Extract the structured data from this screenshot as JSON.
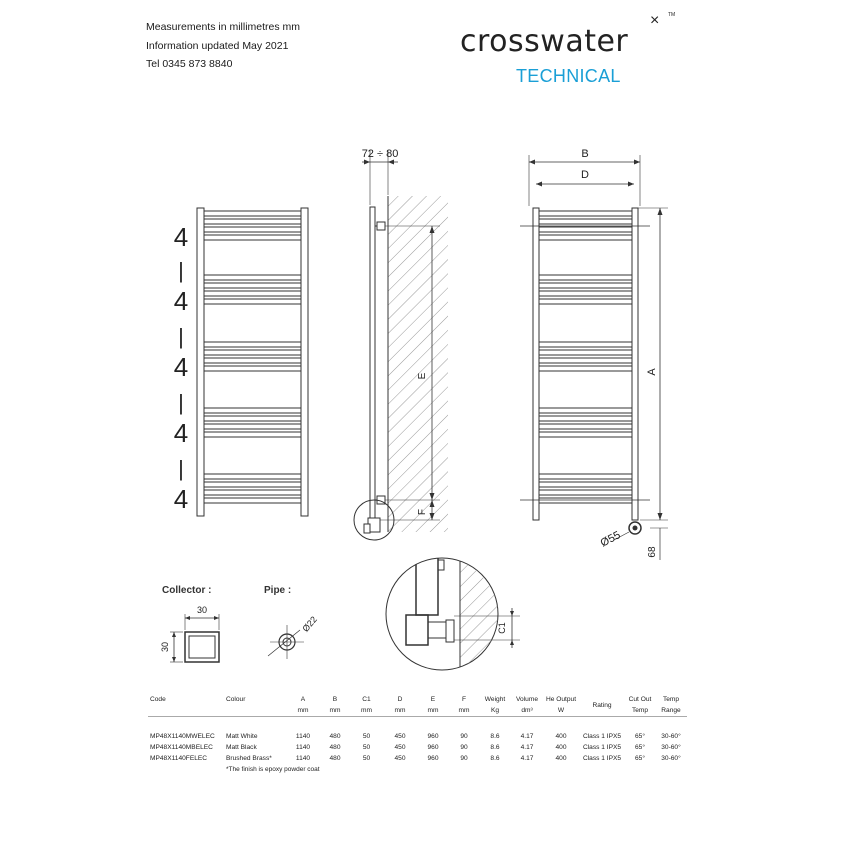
{
  "header": {
    "line1": "Measurements in millimetres mm",
    "line2": "Information updated May 2021",
    "line3": "Tel  0345 873 8840"
  },
  "brand": {
    "name": "crosswater",
    "mark": "×",
    "tm": "TM",
    "subtitle": "TECHNICAL",
    "accent_color": "#1a9fd6"
  },
  "drawing": {
    "front": {
      "bar_groups": [
        "4",
        "4",
        "4",
        "4",
        "4"
      ],
      "separators": [
        "|",
        "|",
        "|",
        "|"
      ]
    },
    "side": {
      "depth_label": "72 ÷ 80",
      "e_label": "E",
      "f_label": "F"
    },
    "rear": {
      "b_label": "B",
      "d_label": "D",
      "a_label": "A",
      "dia_label": "Ø55",
      "h_label": "68"
    },
    "collector": {
      "title": "Collector :",
      "width": "30",
      "height": "30"
    },
    "pipe": {
      "title": "Pipe :",
      "dia": "Ø22"
    },
    "detail": {
      "c1_label": "C1"
    }
  },
  "table": {
    "headers": [
      {
        "top": "Code",
        "bottom": ""
      },
      {
        "top": "Colour",
        "bottom": ""
      },
      {
        "top": "A",
        "bottom": "mm"
      },
      {
        "top": "B",
        "bottom": "mm"
      },
      {
        "top": "C1",
        "bottom": "mm"
      },
      {
        "top": "D",
        "bottom": "mm"
      },
      {
        "top": "E",
        "bottom": "mm"
      },
      {
        "top": "F",
        "bottom": "mm"
      },
      {
        "top": "Weight",
        "bottom": "Kg"
      },
      {
        "top": "Volume",
        "bottom": "dm³"
      },
      {
        "top": "He Output",
        "bottom": "W"
      },
      {
        "top": "Rating",
        "bottom": ""
      },
      {
        "top": "Cut Out",
        "bottom": "Temp"
      },
      {
        "top": "Temp",
        "bottom": "Range"
      }
    ],
    "rows": [
      [
        "MP48X1140MWELEC",
        "Matt White",
        "1140",
        "480",
        "50",
        "450",
        "960",
        "90",
        "8.6",
        "4.17",
        "400",
        "Class 1 IPX5",
        "65°",
        "30-60°"
      ],
      [
        "MP48X1140MBELEC",
        "Matt Black",
        "1140",
        "480",
        "50",
        "450",
        "960",
        "90",
        "8.6",
        "4.17",
        "400",
        "Class 1 IPX5",
        "65°",
        "30-60°"
      ],
      [
        "MP48X1140FELEC",
        "Brushed Brass*",
        "1140",
        "480",
        "50",
        "450",
        "960",
        "90",
        "8.6",
        "4.17",
        "400",
        "Class 1 IPX5",
        "65°",
        "30-60°"
      ]
    ],
    "footnote": "*The finish is epoxy powder coat"
  }
}
